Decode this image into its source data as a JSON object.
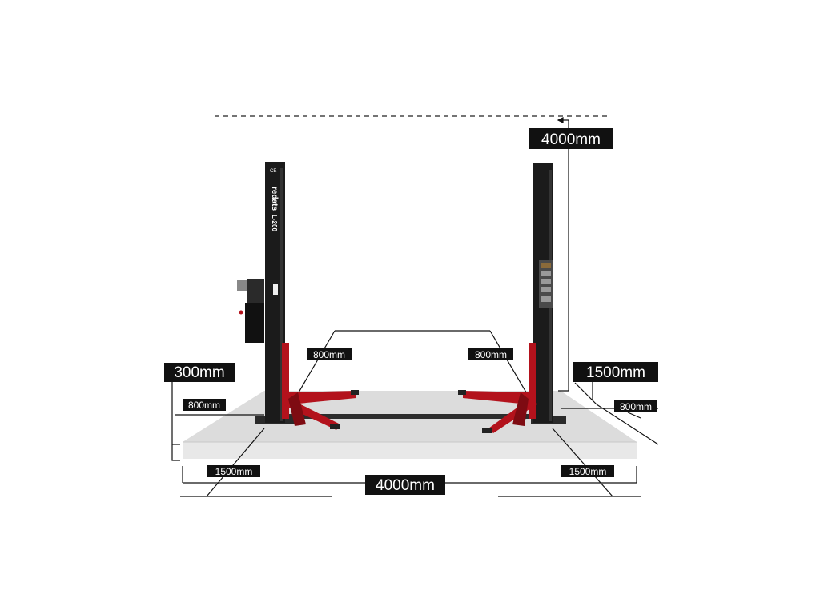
{
  "product": {
    "brand": "redats",
    "model": "L-200",
    "ce_mark": "CE"
  },
  "dimensions": {
    "height_total": "4000mm",
    "base_depth_right": "1500mm",
    "base_height_left": "300mm",
    "arm_left_top": "800mm",
    "arm_right_top": "800mm",
    "side_left": "800mm",
    "side_right": "800mm",
    "front_left": "1500mm",
    "front_right": "1500mm",
    "width_total": "4000mm"
  },
  "colors": {
    "post": "#1b1b1b",
    "arm": "#b3121c",
    "platform": "#d9d9d9",
    "label_bg": "#111111",
    "label_text": "#ffffff"
  }
}
